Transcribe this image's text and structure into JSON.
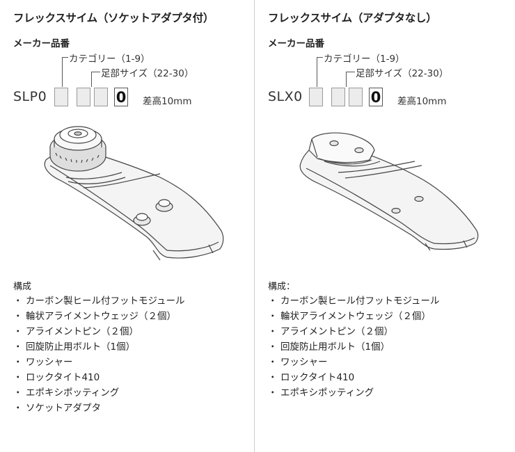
{
  "left": {
    "title": "フレックスサイム（ソケットアダプタ付）",
    "maker_label": "メーカー品番",
    "category_label": "カテゴリー（1-9）",
    "foot_size_label": "足部サイズ（22-30）",
    "prefix": "SLP0",
    "zero": "0",
    "heel_height": "差高10mm",
    "composition_heading": "構成",
    "components": [
      "カーボン製ヒール付フットモジュール",
      "輪状アライメントウェッジ（２個）",
      "アライメントピン（２個）",
      "回旋防止用ボルト（1個）",
      "ワッシャー",
      "ロックタイト410",
      "エポキシポッティング",
      "ソケットアダプタ"
    ]
  },
  "right": {
    "title": "フレックスサイム（アダプタなし）",
    "maker_label": "メーカー品番",
    "category_label": "カテゴリー（1-9）",
    "foot_size_label": "足部サイズ（22-30）",
    "prefix": "SLX0",
    "zero": "0",
    "heel_height": "差高10mm",
    "composition_heading": "構成：",
    "components": [
      "カーボン製ヒール付フットモジュール",
      "輪状アライメントウェッジ（２個）",
      "アライメントピン（２個）",
      "回旋防止用ボルト（1個）",
      "ワッシャー",
      "ロックタイト410",
      "エポキシポッティング"
    ]
  },
  "bullet": "・"
}
